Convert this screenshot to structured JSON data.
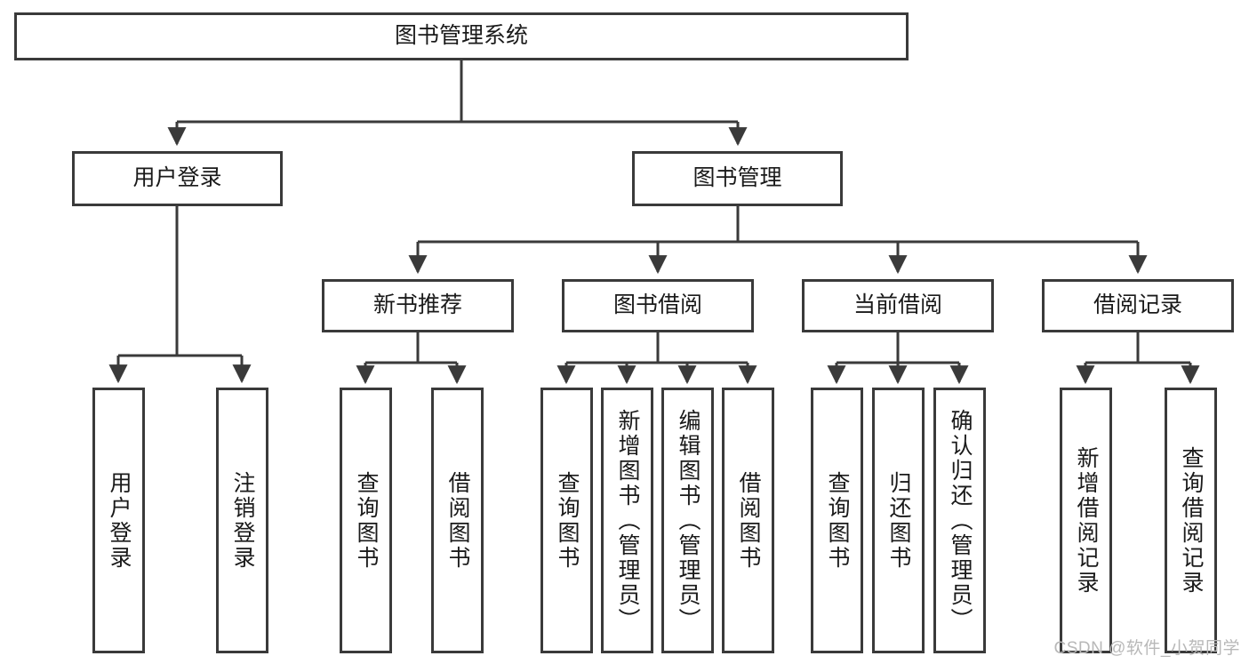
{
  "diagram": {
    "type": "hierarchy-tree",
    "title": "图书管理系统",
    "watermark": "CSDN @软件_小贺同学",
    "colors": {
      "stroke": "#3a3a3a",
      "fill": "#ffffff",
      "text": "#1a1a1a",
      "watermark": "#b8b8b8"
    },
    "root": {
      "label": "图书管理系统"
    },
    "level2": [
      {
        "id": "user-login",
        "label": "用户登录"
      },
      {
        "id": "book-management",
        "label": "图书管理"
      }
    ],
    "level3": [
      {
        "id": "new-book-recommend",
        "label": "新书推荐",
        "parent": "book-management"
      },
      {
        "id": "book-borrow",
        "label": "图书借阅",
        "parent": "book-management"
      },
      {
        "id": "current-borrow",
        "label": "当前借阅",
        "parent": "book-management"
      },
      {
        "id": "borrow-record",
        "label": "借阅记录",
        "parent": "book-management"
      }
    ],
    "leaves": {
      "user_login": [
        {
          "id": "leaf-user-login",
          "label": "用户登录"
        },
        {
          "id": "leaf-logout-login",
          "label": "注销登录"
        }
      ],
      "new_book_recommend": [
        {
          "id": "leaf-query-book-1",
          "label": "查询图书"
        },
        {
          "id": "leaf-borrow-book-1",
          "label": "借阅图书"
        }
      ],
      "book_borrow": [
        {
          "id": "leaf-query-book-2",
          "label": "查询图书"
        },
        {
          "id": "leaf-add-book",
          "label": "新增图书（管理员）"
        },
        {
          "id": "leaf-edit-book",
          "label": "编辑图书（管理员）"
        },
        {
          "id": "leaf-borrow-book-2",
          "label": "借阅图书"
        }
      ],
      "current_borrow": [
        {
          "id": "leaf-query-book-3",
          "label": "查询图书"
        },
        {
          "id": "leaf-return-book",
          "label": "归还图书"
        },
        {
          "id": "leaf-confirm-return",
          "label": "确认归还（管理员）"
        }
      ],
      "borrow_record": [
        {
          "id": "leaf-add-record",
          "label": "新增借阅记录"
        },
        {
          "id": "leaf-query-record",
          "label": "查询借阅记录"
        }
      ]
    }
  }
}
